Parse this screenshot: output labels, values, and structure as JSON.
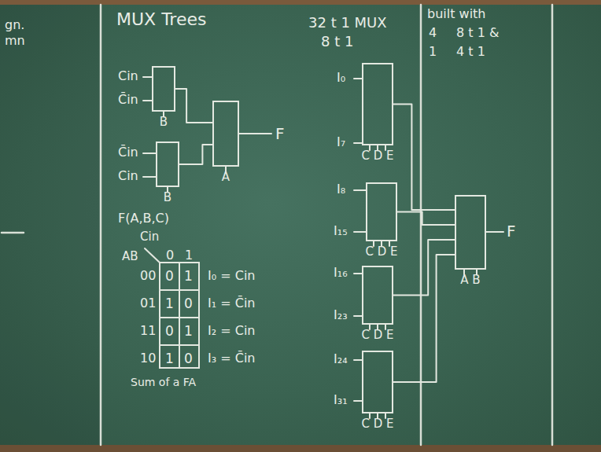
{
  "diagram": {
    "title": "MUX Trees",
    "nodes": [
      {
        "text": [
          "B"
        ]
      },
      {
        "text": [
          "B"
        ]
      },
      {
        "text": [
          "A"
        ]
      },
      {
        "text": [
          "C D E"
        ]
      },
      {
        "text": [
          "C D E"
        ]
      },
      {
        "text": [
          "C D E"
        ]
      },
      {
        "text": [
          "C D E"
        ]
      },
      {
        "text": [
          "A B"
        ]
      }
    ],
    "edges": [
      {
        "from": 0,
        "to": 2,
        "arrow": "none"
      },
      {
        "from": 1,
        "to": 2,
        "arrow": "none"
      },
      {
        "from": 3,
        "to": 7,
        "arrow": "none"
      },
      {
        "from": 4,
        "to": 7,
        "arrow": "none"
      },
      {
        "from": 5,
        "to": 7,
        "arrow": "none"
      },
      {
        "from": 6,
        "to": 7,
        "arrow": "none"
      }
    ],
    "labels": [
      "gn.",
      "mn",
      "Cin",
      "C̄in",
      "C̄in",
      "Cin",
      "F",
      "F(A,B,C)",
      "Cin",
      "0",
      "1",
      "AB",
      "00",
      "0",
      "1",
      "01",
      "1",
      "0",
      "11",
      "0",
      "1",
      "10",
      "1",
      "0",
      "I₀ = Cin",
      "I₁ = C̄in",
      "I₂ = Cin",
      "I₃ = C̄in",
      "Sum of a FA",
      "32 t 1 MUX",
      "8 t 1",
      "built with",
      "4",
      "8 t 1 &",
      "1",
      "4 t 1",
      "I₀",
      "I₇",
      "I₈",
      "I₁₅",
      "I₁₆",
      "I₂₃",
      "I₂₄",
      "I₃₁",
      "F"
    ]
  }
}
